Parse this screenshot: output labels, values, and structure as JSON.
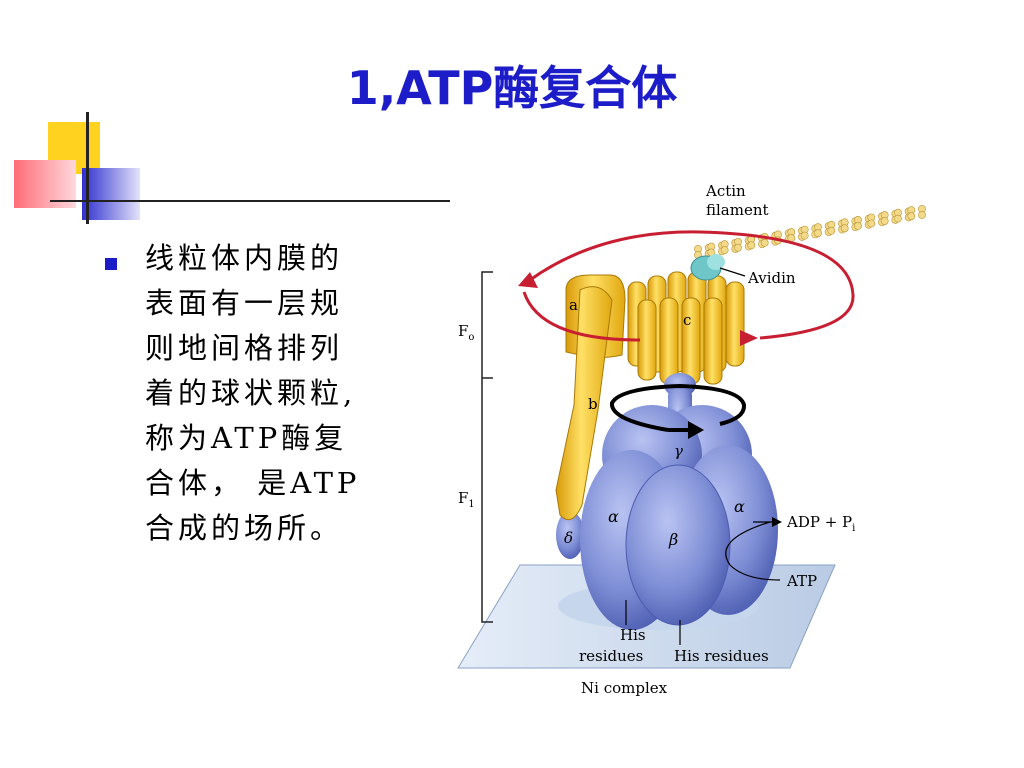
{
  "slide": {
    "title": "1,ATP酶复合体",
    "bullet_lines": [
      "线粒体内膜的",
      "表面有一层规",
      "则地间格排列",
      "着的球状颗粒,",
      "称为ATP酶复",
      "合体， 是ATP",
      "合成的场所。"
    ]
  },
  "diagram": {
    "labels": {
      "actin": "Actin",
      "filament": "filament",
      "avidin": "Avidin",
      "f0": "F",
      "f0_sub": "o",
      "f1": "F",
      "f1_sub": "1",
      "a": "a",
      "b": "b",
      "c": "c",
      "gamma": "γ",
      "delta": "δ",
      "alpha_left": "α",
      "alpha_right": "α",
      "beta": "β",
      "adp_pi": "ADP + P",
      "pi_sub": "i",
      "atp": "ATP",
      "his_left_1": "His",
      "his_left_2": "residues",
      "his_right": "His residues",
      "ni_complex": "Ni complex"
    },
    "colors": {
      "title_blue": "#1c1cc8",
      "subunit_yellow": "#f2c11a",
      "subunit_blue": "#7f8fd6",
      "rotation_red": "#c81e32",
      "avidin_teal": "#6fc6c8"
    }
  }
}
